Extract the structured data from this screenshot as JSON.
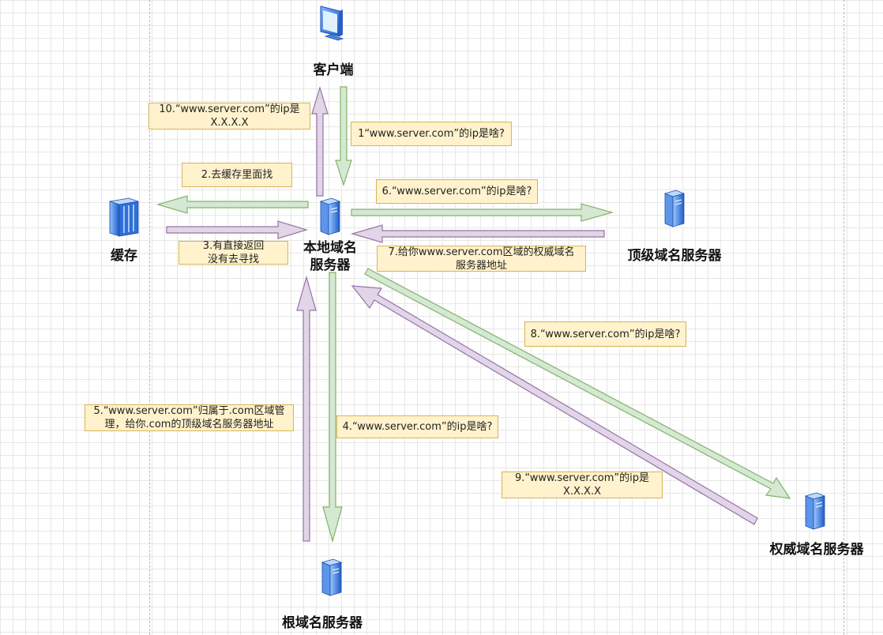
{
  "nodes": {
    "client": {
      "label": "客户端",
      "icon": "desktop-monitor-icon"
    },
    "cache": {
      "label": "缓存",
      "icon": "server-rack-icon"
    },
    "local_dns": {
      "label_line1": "本地域名",
      "label_line2": "服务器",
      "icon": "server-icon"
    },
    "tld_dns": {
      "label": "顶级域名服务器",
      "icon": "server-icon"
    },
    "root_dns": {
      "label": "根域名服务器",
      "icon": "server-icon"
    },
    "auth_dns": {
      "label": "权威域名服务器",
      "icon": "server-icon"
    }
  },
  "notes": {
    "step1": "1“www.server.com”的ip是啥?",
    "step2": "2.去缓存里面找",
    "step3_line1": "3.有直接返回",
    "step3_line2": "没有去寻找",
    "step4": "4.“www.server.com”的ip是啥?",
    "step5_line1": "5.“www.server.com”归属于.com区域管",
    "step5_line2": "理，给你.com的顶级域名服务器地址",
    "step6": "6.“www.server.com”的ip是啥?",
    "step7_line1": "7.给你www.server.com区域的权威域名",
    "step7_line2": "服务器地址",
    "step8": "8.“www.server.com”的ip是啥?",
    "step9_line1": "9.“www.server.com”的ip是",
    "step9_line2": "X.X.X.X",
    "step10_line1": "10.“www.server.com”的ip是",
    "step10_line2": "X.X.X.X"
  },
  "colors": {
    "request_fill": "#d5e8d4",
    "request_stroke": "#82b366",
    "response_fill": "#e1d5e7",
    "response_stroke": "#9673a6",
    "note_fill": "#fff2cc",
    "note_stroke": "#d6b656",
    "server_blue": "#2f6fd8"
  }
}
